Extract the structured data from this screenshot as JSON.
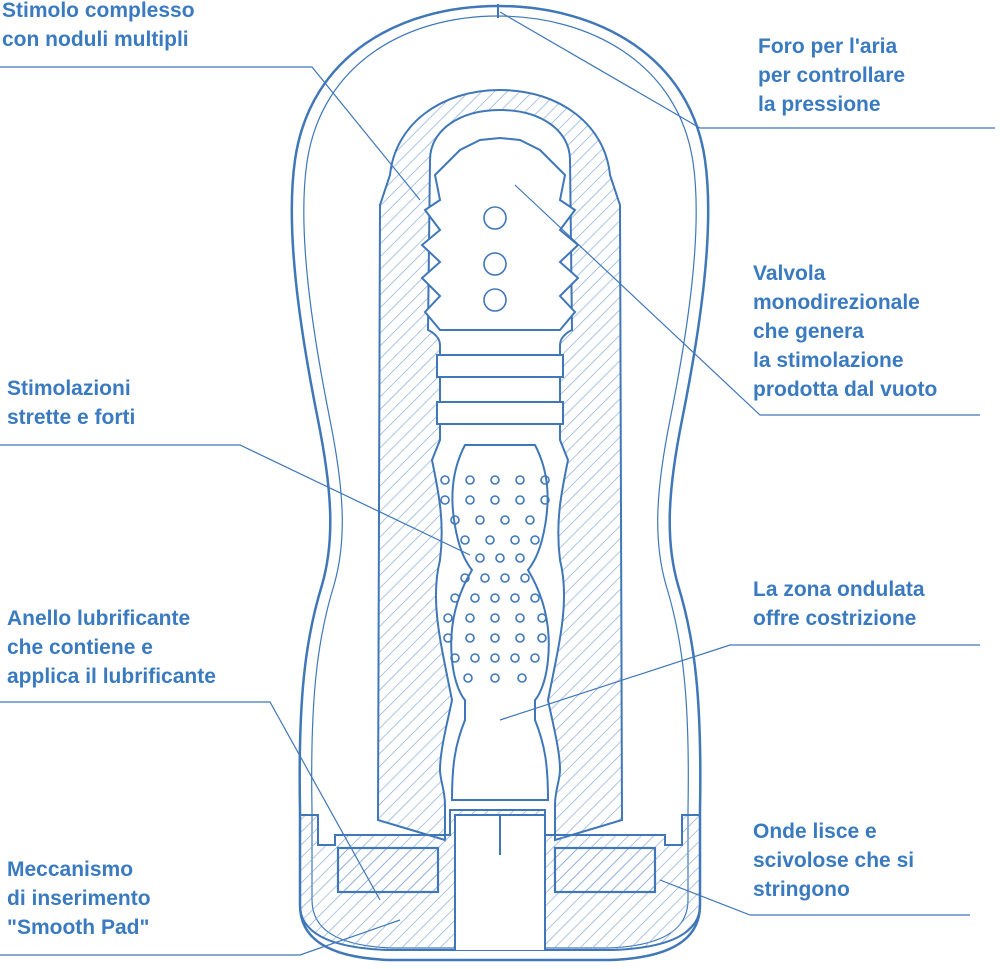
{
  "colors": {
    "line": "#3f77b8",
    "hatch": "#7ea6d6",
    "text": "#3a7ac0",
    "bg": "#ffffff"
  },
  "labels": {
    "stimolo": [
      "Stimolo complesso",
      "con noduli multipli"
    ],
    "foro": [
      "Foro per l'aria",
      "per controllare",
      "la pressione"
    ],
    "valvola": [
      "Valvola",
      "monodirezionale",
      "che genera",
      "la stimolazione",
      "prodotta dal vuoto"
    ],
    "stimolazioni": [
      "Stimolazioni",
      "strette e forti"
    ],
    "anello": [
      "Anello lubrificante",
      "che contiene e",
      "applica il lubrificante"
    ],
    "zona": [
      "La zona ondulata",
      "offre costrizione"
    ],
    "meccanismo": [
      "Meccanismo",
      "di inserimento",
      "\"Smooth Pad\""
    ],
    "onde": [
      "Onde lisce e",
      "scivolose che si",
      "stringono"
    ]
  }
}
